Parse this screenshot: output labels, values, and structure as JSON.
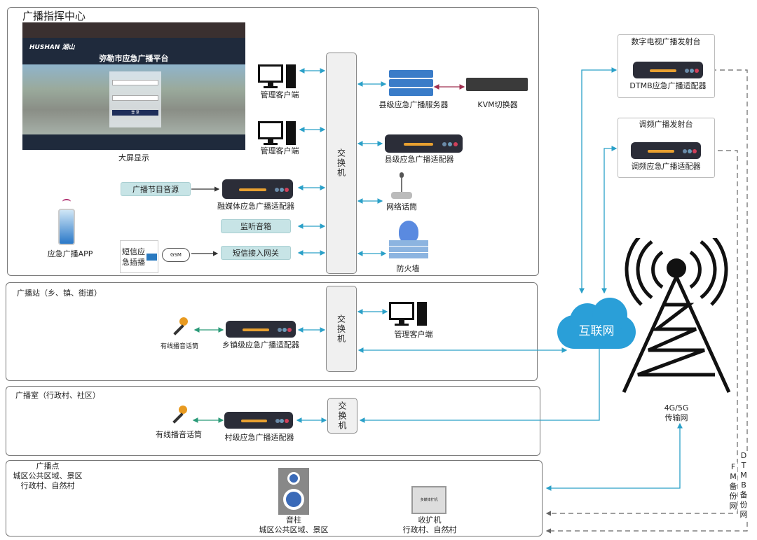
{
  "command_center": {
    "title": "广播指挥中心",
    "big_screen_label": "大屏显示",
    "screen": {
      "banner": "弥勒市应急广播平台",
      "brand": "HUSHAN 湖山",
      "login_button": "登 录"
    },
    "mgmt_client_1": "管理客户端",
    "mgmt_client_2": "管理客户端",
    "switch": "交换机",
    "program_source": "广播节目音源",
    "media_adapter": "融媒体应急广播适配器",
    "monitor_speaker": "监听音箱",
    "sms_insert": "短信应急插播",
    "gsm": "GSM",
    "sms_gateway": "短信接入网关",
    "app": "应急广播APP",
    "county_server": "县级应急广播服务器",
    "kvm": "KVM切换器",
    "county_adapter": "县级应急广播适配器",
    "network_mic": "网络话筒",
    "firewall": "防火墙"
  },
  "station": {
    "title": "广播站（乡、镇、街道）",
    "mic": "有线播音话筒",
    "adapter": "乡镇级应急广播适配器",
    "switch": "交换机",
    "client": "管理客户端"
  },
  "room": {
    "title": "广播室（行政村、社区）",
    "mic": "有线播音话筒",
    "adapter": "村级应急广播适配器",
    "switch": "交换机"
  },
  "point": {
    "title": "广播点",
    "subtitle_1": "城区公共区域、景区",
    "subtitle_2": "行政村、自然村",
    "speaker": "音柱",
    "speaker_area": "城区公共区域、景区",
    "receiver": "收扩机",
    "receiver_area": "行政村、自然村",
    "receiver_screen": "多媒体扩机"
  },
  "internet": "互联网",
  "tower": {
    "label_1": "4G/5G",
    "label_2": "传输网"
  },
  "dtmb": {
    "title": "数字电视广播发射台",
    "adapter": "DTMB应急广播适配器",
    "backup": "DTMB备份网"
  },
  "fm": {
    "title": "调频广播发射台",
    "adapter": "调频应急广播适配器",
    "backup": "FM备份网"
  },
  "colors": {
    "link": "#2aa0c8",
    "local_link": "#2a9a78",
    "adapter": "#2b2d38",
    "accent": "#e8a030"
  }
}
